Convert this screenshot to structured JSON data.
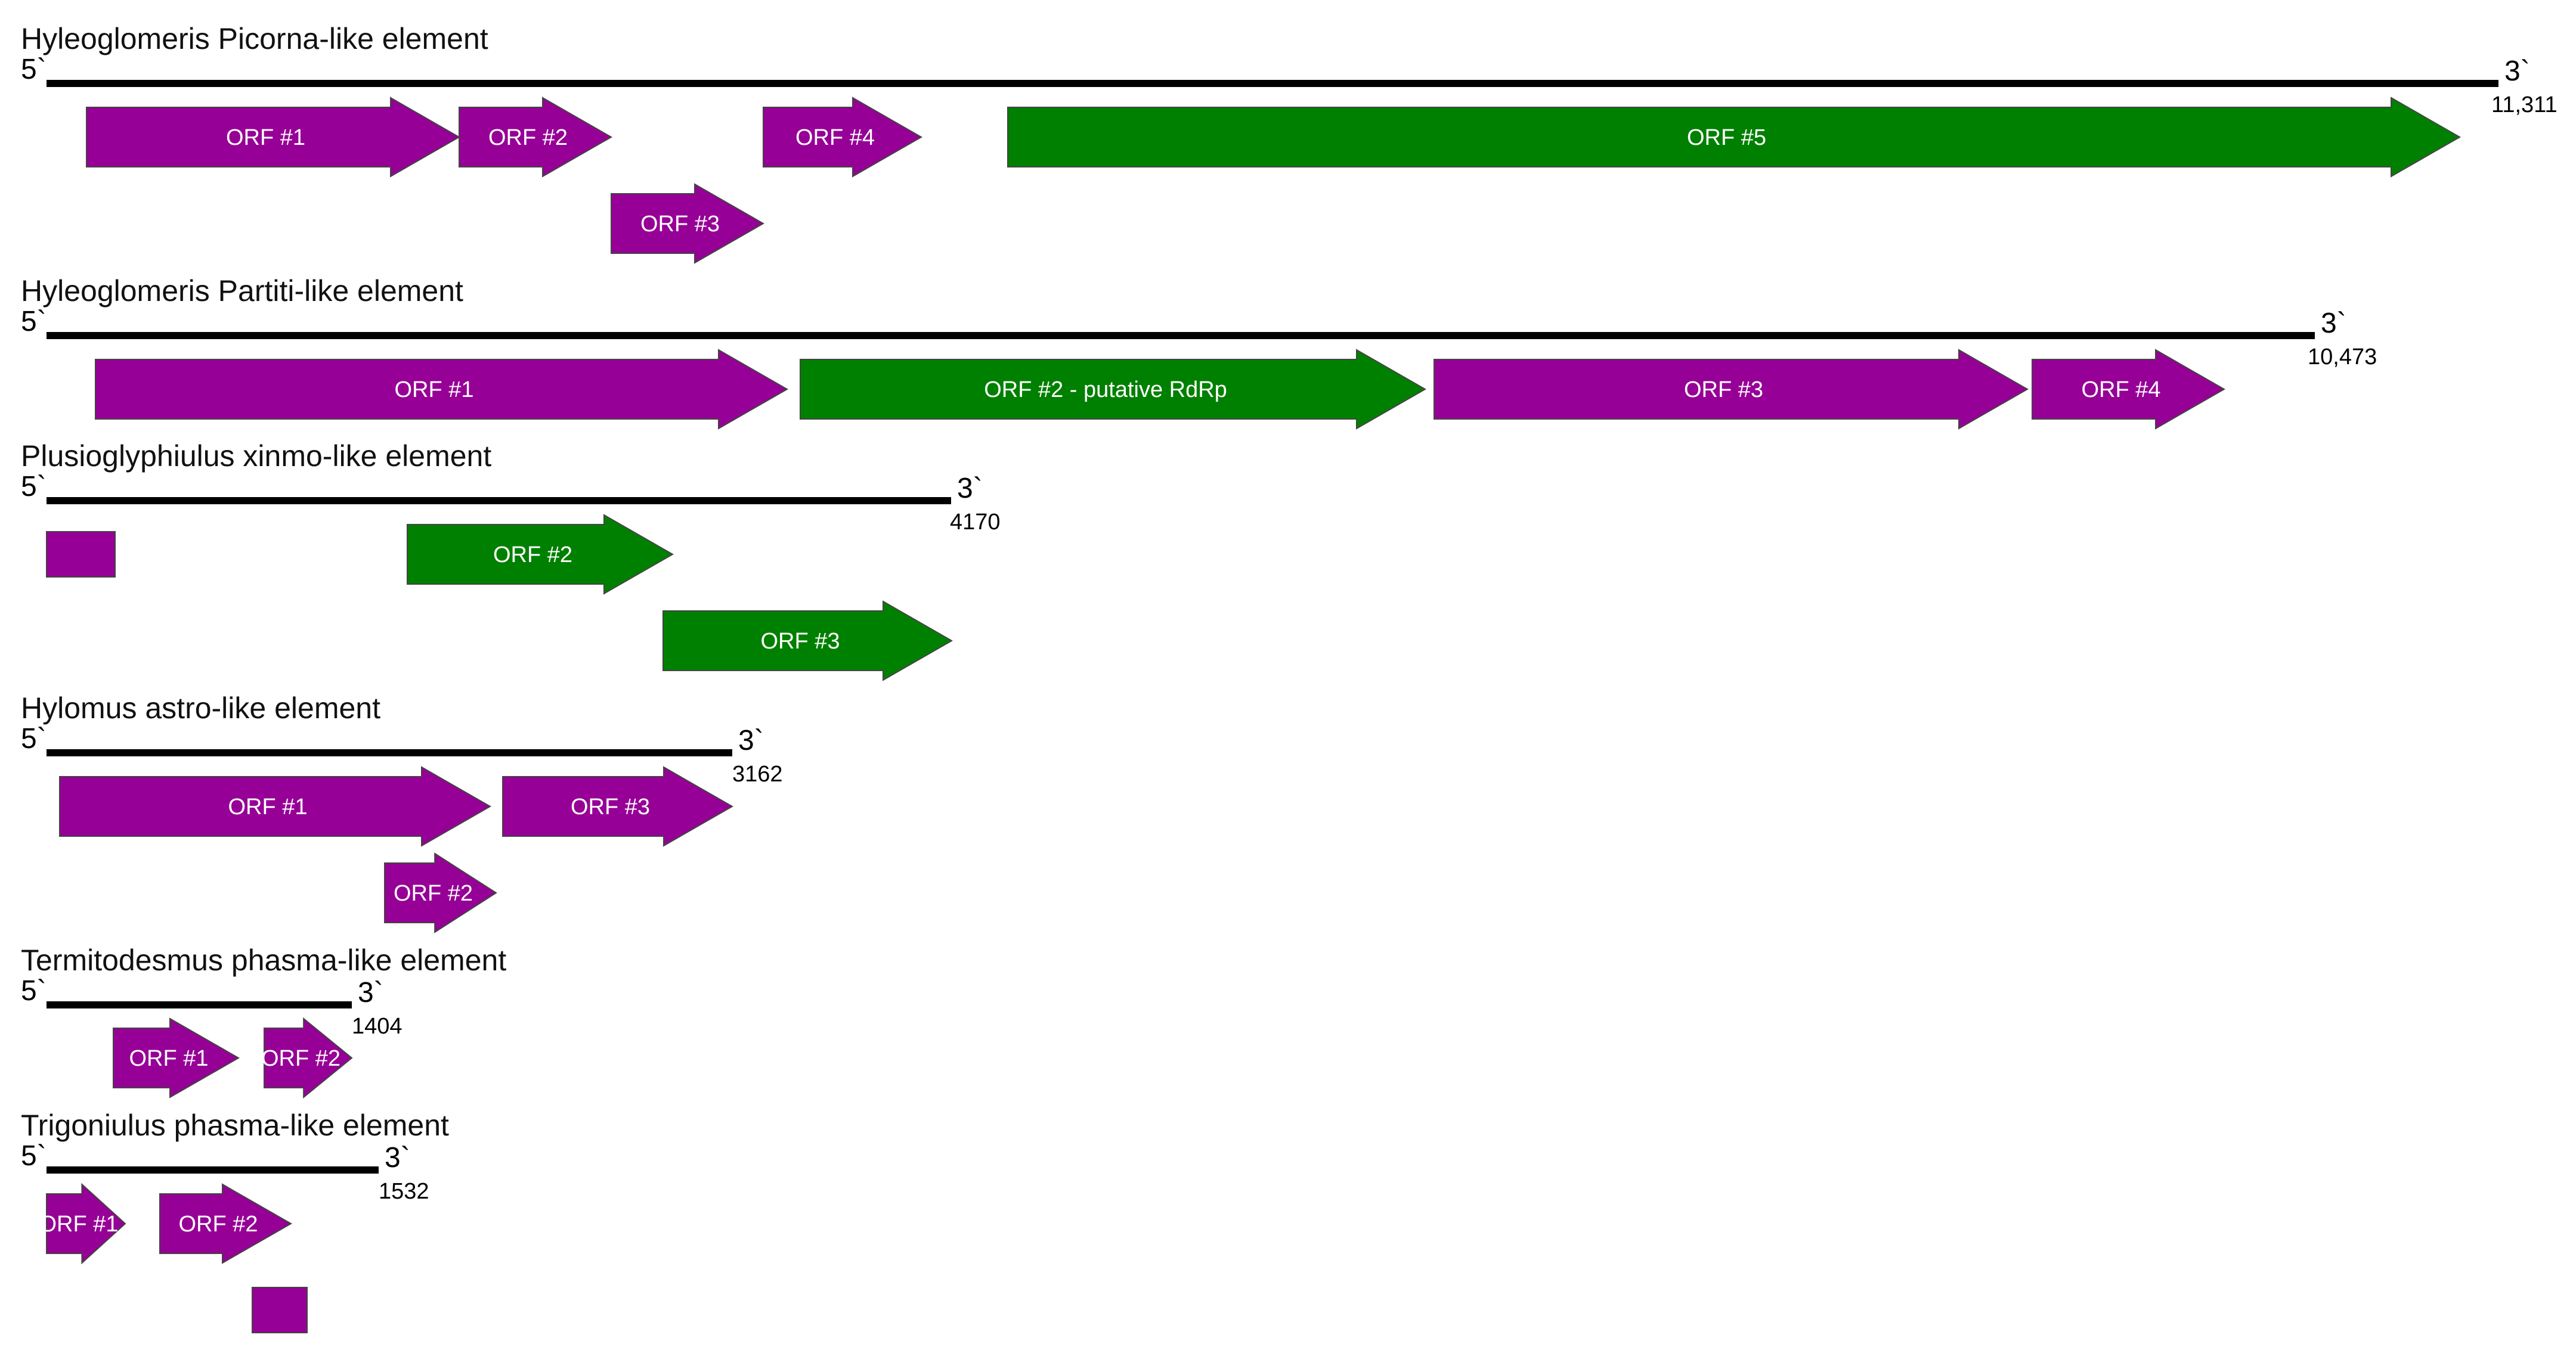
{
  "colors": {
    "purple_orf": "#960096",
    "green_orf": "#008000",
    "backbone": "#000000"
  },
  "genomes": [
    {
      "title": "Hyleoglomeris Picorna-like element",
      "five_prime": "5`",
      "three_prime": "3`",
      "length_label": "11,311",
      "orfs": [
        {
          "label": "ORF #1",
          "color": "purple",
          "shape": "arrow"
        },
        {
          "label": "ORF #2",
          "color": "purple",
          "shape": "arrow"
        },
        {
          "label": "ORF #3",
          "color": "purple",
          "shape": "arrow"
        },
        {
          "label": "ORF #4",
          "color": "purple",
          "shape": "arrow"
        },
        {
          "label": "ORF #5",
          "color": "green",
          "shape": "arrow"
        }
      ]
    },
    {
      "title": "Hyleoglomeris Partiti-like element",
      "five_prime": "5`",
      "three_prime": "3`",
      "length_label": "10,473",
      "orfs": [
        {
          "label": "ORF #1",
          "color": "purple",
          "shape": "arrow"
        },
        {
          "label": "ORF #2 - putative RdRp",
          "color": "green",
          "shape": "arrow"
        },
        {
          "label": "ORF #3",
          "color": "purple",
          "shape": "arrow"
        },
        {
          "label": "ORF #4",
          "color": "purple",
          "shape": "arrow"
        }
      ]
    },
    {
      "title": "Plusioglyphiulus xinmo-like element",
      "five_prime": "5`",
      "three_prime": "3`",
      "length_label": "4170",
      "orfs": [
        {
          "label": "",
          "color": "purple",
          "shape": "box"
        },
        {
          "label": "ORF #2",
          "color": "green",
          "shape": "arrow"
        },
        {
          "label": "ORF #3",
          "color": "green",
          "shape": "arrow"
        }
      ]
    },
    {
      "title": "Hylomus astro-like element",
      "five_prime": "5`",
      "three_prime": "3`",
      "length_label": "3162",
      "orfs": [
        {
          "label": "ORF #1",
          "color": "purple",
          "shape": "arrow"
        },
        {
          "label": "ORF #3",
          "color": "purple",
          "shape": "arrow"
        },
        {
          "label": "ORF #2",
          "color": "purple",
          "shape": "arrow"
        }
      ]
    },
    {
      "title": "Termitodesmus phasma-like element",
      "five_prime": "5`",
      "three_prime": "3`",
      "length_label": "1404",
      "orfs": [
        {
          "label": "ORF #1",
          "color": "purple",
          "shape": "arrow"
        },
        {
          "label": "ORF #2",
          "color": "purple",
          "shape": "arrow"
        }
      ]
    },
    {
      "title": "Trigoniulus phasma-like element",
      "five_prime": "5`",
      "three_prime": "3`",
      "length_label": "1532",
      "orfs": [
        {
          "label": "ORF #1",
          "color": "purple",
          "shape": "arrow"
        },
        {
          "label": "ORF #2",
          "color": "purple",
          "shape": "arrow"
        },
        {
          "label": "",
          "color": "purple",
          "shape": "box"
        }
      ]
    }
  ]
}
